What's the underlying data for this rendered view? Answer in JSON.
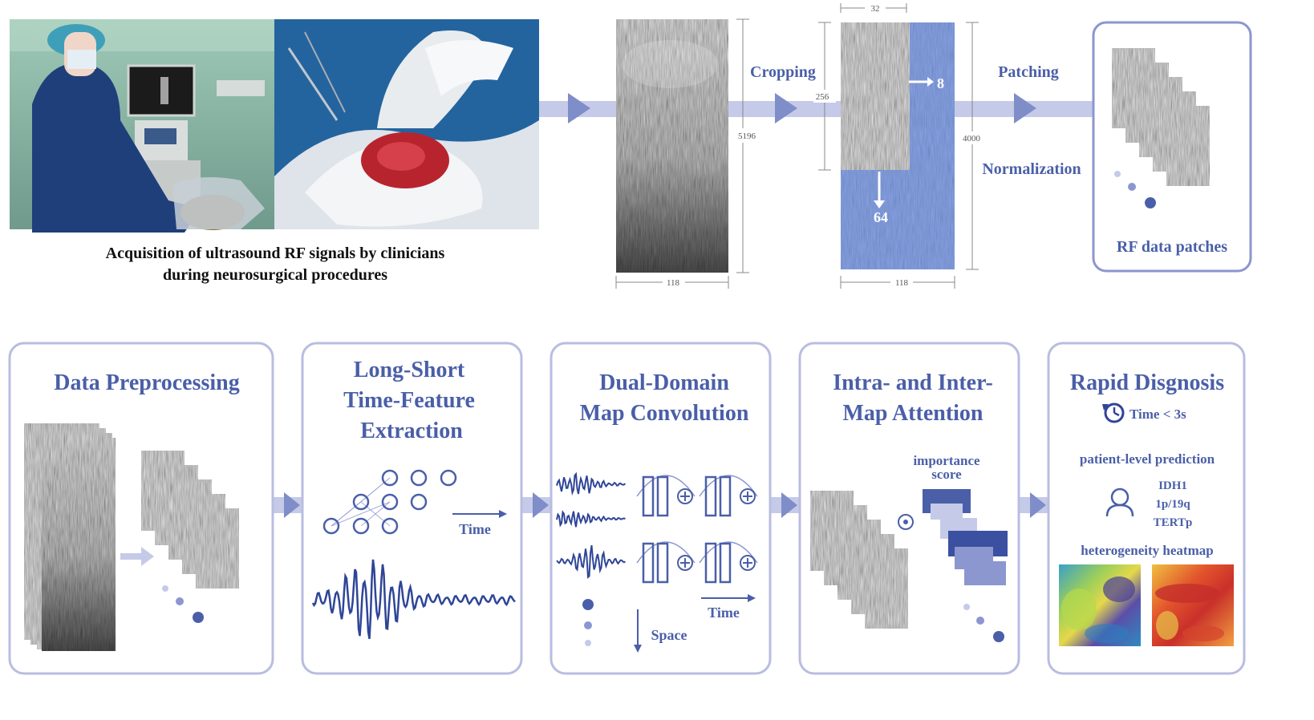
{
  "acquisition": {
    "caption_line1": "Acquisition of ultrasound RF signals by clinicians",
    "caption_line2": "during neurosurgical procedures"
  },
  "preprocess": {
    "cropping_label": "Cropping",
    "patching_label": "Patching",
    "normalization_label": "Normalization",
    "patches_label": "RF data patches",
    "raw_height": "5196",
    "raw_width": "118",
    "crop_height": "4000",
    "crop_width": "118",
    "patch_height": "256",
    "patch_width": "32",
    "stride_x": "8",
    "stride_y": "64"
  },
  "panels": {
    "p1": {
      "title": "Data Preprocessing"
    },
    "p2": {
      "title_l1": "Long-Short",
      "title_l2": "Time-Feature",
      "title_l3": "Extraction",
      "time_label": "Time"
    },
    "p3": {
      "title_l1": "Dual-Domain",
      "title_l2": "Map Convolution",
      "time_label": "Time",
      "space_label": "Space"
    },
    "p4": {
      "title_l1": "Intra- and Inter-",
      "title_l2": "Map Attention",
      "score_l1": "importance",
      "score_l2": "score"
    },
    "p5": {
      "title": "Rapid Disgnosis",
      "time_text": "Time < 3s",
      "prediction_label": "patient-level prediction",
      "markers": [
        "IDH1",
        "1p/19q",
        "TERTp"
      ],
      "heatmap_label": "heterogeneity heatmap"
    }
  },
  "colors": {
    "accent": "#4a5fa8",
    "panel_border": "#b9bde0",
    "flow_band": "#c5cae9",
    "flow_arrow": "#7f8dc8",
    "dark_blue": "#2f4597"
  }
}
